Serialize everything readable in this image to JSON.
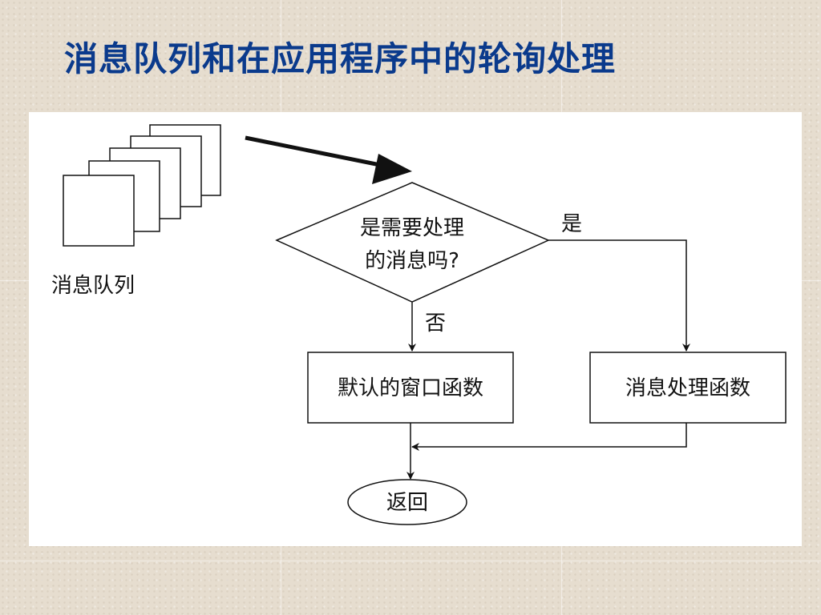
{
  "slide": {
    "title": "消息队列和在应用程序中的轮询处理"
  },
  "diagram": {
    "queue_label": "消息队列",
    "decision_line1": "是需要处理",
    "decision_line2": "的消息吗?",
    "yes_label": "是",
    "no_label": "否",
    "default_box_label": "默认的窗口函数",
    "handler_box_label": "消息处理函数",
    "return_label": "返回"
  }
}
